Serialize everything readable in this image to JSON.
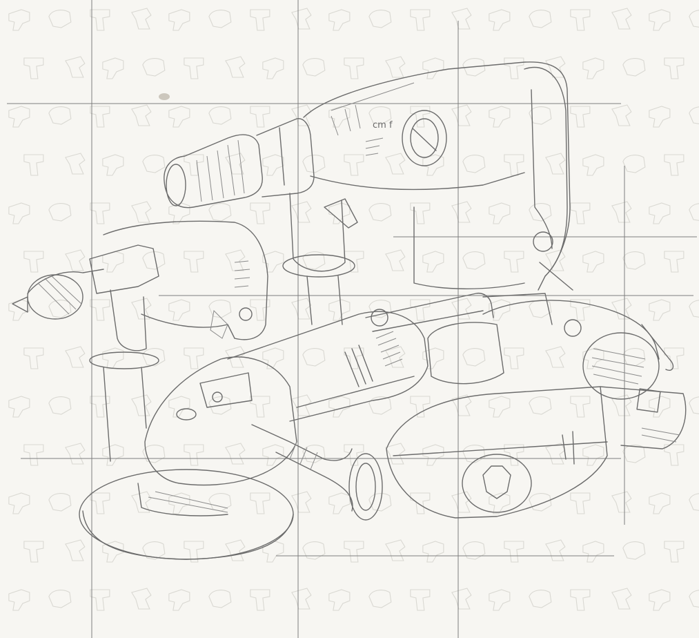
{
  "image": {
    "style": "pencil line illustration",
    "background_color": "#f7f6f2",
    "line_color": "#6b6b6b",
    "pattern_color": "#d9d8d2",
    "subjects": [
      "rotary-hammer",
      "impact-drill",
      "angle-grinder",
      "belt-sander"
    ],
    "dial_marking": "cm f"
  }
}
